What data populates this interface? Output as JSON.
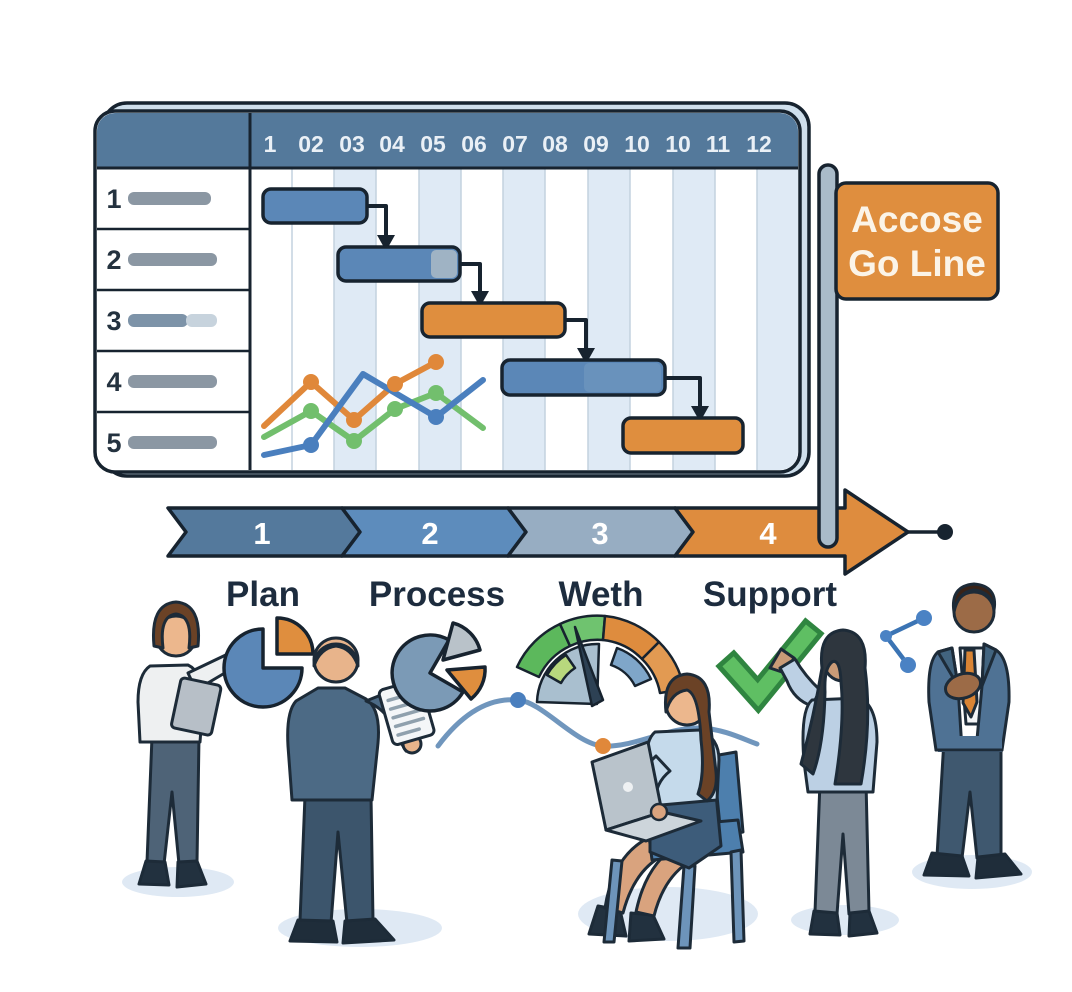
{
  "gantt": {
    "column_labels": [
      "1",
      "02",
      "03",
      "04",
      "05",
      "06",
      "07",
      "08",
      "09",
      "10",
      "10",
      "11",
      "12"
    ],
    "row_labels": [
      "1",
      "2",
      "3",
      "4",
      "5"
    ],
    "bar_colors": {
      "blue": "#5b87b7",
      "orange": "#df8e3e",
      "blue_light_tail": "#9fb3c4"
    }
  },
  "sign": {
    "line1": "Accose",
    "line2": "Go Line",
    "color": "#df8e3e"
  },
  "process_steps": [
    {
      "number": "1",
      "label": "Plan",
      "color": "#54799c"
    },
    {
      "number": "2",
      "label": "Process",
      "color": "#5d8cbc"
    },
    {
      "number": "3",
      "label": "Weth",
      "color": "#97adc2"
    },
    {
      "number": "4",
      "label": "Support",
      "color": "#de8c3e"
    }
  ],
  "colors": {
    "outline": "#17232f",
    "header_blue": "#54799b",
    "stripe_blue": "#dfeaf5",
    "accent_orange": "#df8e3e",
    "accent_blue": "#5b87b7",
    "check_green": "#5fbf63",
    "label_navy": "#1d2c3e",
    "pole_gray": "#a9bbc9",
    "shadow_blue": "#dfe9f4"
  },
  "chart_data": [
    {
      "type": "gantt",
      "title": "",
      "columns": [
        "1",
        "02",
        "03",
        "04",
        "05",
        "06",
        "07",
        "08",
        "09",
        "10",
        "10",
        "11",
        "12"
      ],
      "rows": [
        "1",
        "2",
        "3",
        "4",
        "5"
      ],
      "tasks": [
        {
          "row": "1",
          "start_col": 0.3,
          "end_col": 2.8,
          "color": "blue",
          "links_to_next": true
        },
        {
          "row": "2",
          "start_col": 2.1,
          "end_col": 5.0,
          "color": "blue",
          "links_to_next": true
        },
        {
          "row": "3",
          "start_col": 4.1,
          "end_col": 7.4,
          "color": "orange",
          "links_to_next": true
        },
        {
          "row": "4",
          "start_col": 6.0,
          "end_col": 9.8,
          "color": "blue",
          "links_to_next": true
        },
        {
          "row": "5",
          "start_col": 8.8,
          "end_col": 11.7,
          "color": "orange",
          "links_to_next": false
        }
      ]
    },
    {
      "type": "line",
      "title": "",
      "x": [
        0.3,
        1.4,
        2.5,
        3.4,
        4.4,
        5.5
      ],
      "series": [
        {
          "name": "orange",
          "values": [
            33,
            79,
            40,
            77,
            100,
            null
          ]
        },
        {
          "name": "green",
          "values": [
            22,
            49,
            18,
            51,
            68,
            31
          ]
        },
        {
          "name": "blue",
          "values": [
            3,
            14,
            88,
            43,
            81,
            null
          ]
        }
      ],
      "ylim": [
        0,
        100
      ],
      "legend": "none"
    }
  ]
}
